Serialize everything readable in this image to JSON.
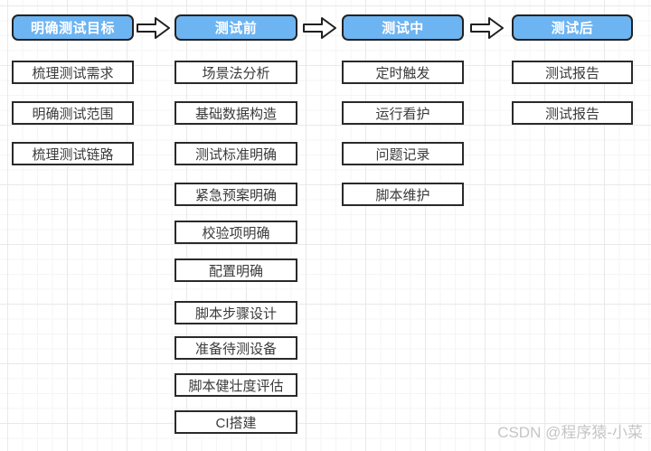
{
  "flow": {
    "columns": [
      {
        "header": "明确测试目标",
        "items": [
          "梳理测试需求",
          "明确测试范围",
          "梳理测试链路"
        ]
      },
      {
        "header": "测试前",
        "items": [
          "场景法分析",
          "基础数据构造",
          "测试标准明确",
          "紧急预案明确",
          "校验项明确",
          "配置明确",
          "脚本步骤设计",
          "准备待测设备",
          "脚本健壮度评估",
          "CI搭建"
        ]
      },
      {
        "header": "测试中",
        "items": [
          "定时触发",
          "运行看护",
          "问题记录",
          "脚本维护"
        ]
      },
      {
        "header": "测试后",
        "items": [
          "测试报告",
          "测试报告"
        ]
      }
    ],
    "arrow_icon": "right-block-arrow"
  },
  "watermark": "CSDN @程序猿-小菜",
  "colors": {
    "header_fill": "#6db4f2",
    "header_text": "#ffffff",
    "header_border": "#222222",
    "box_border": "#2a2a2a",
    "box_text": "#3a3a3a",
    "grid_minor": "#f5f5f5",
    "grid_major": "#e9e9e9",
    "watermark_text": "#c5c5c5"
  }
}
